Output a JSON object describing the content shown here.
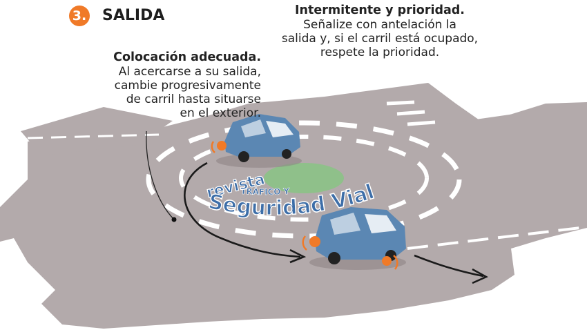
{
  "step": {
    "number": "3.",
    "title": "SALIDA"
  },
  "left_note": {
    "heading": "Colocación adecuada.",
    "lines": [
      "Al acercarse a su salida,",
      "cambie progresivamente",
      "de carril hasta situarse",
      "en el exterior."
    ]
  },
  "right_note": {
    "heading": "Intermitente y prioridad.",
    "lines": [
      "Señalize con antelación la",
      "salida y, si el carril está ocupado,",
      "respete la prioridad."
    ]
  },
  "watermark": {
    "line1": "revista",
    "line2": "TRÁFICO Y",
    "line3": "Seguridad Vial"
  },
  "colors": {
    "road": "#b3aaab",
    "lane_marking": "#ffffff",
    "central_island": "#8fc08a",
    "car_body": "#5b87b3",
    "turn_signal": "#f07a28",
    "badge": "#f07a28",
    "watermark": "#3d6ea8"
  }
}
